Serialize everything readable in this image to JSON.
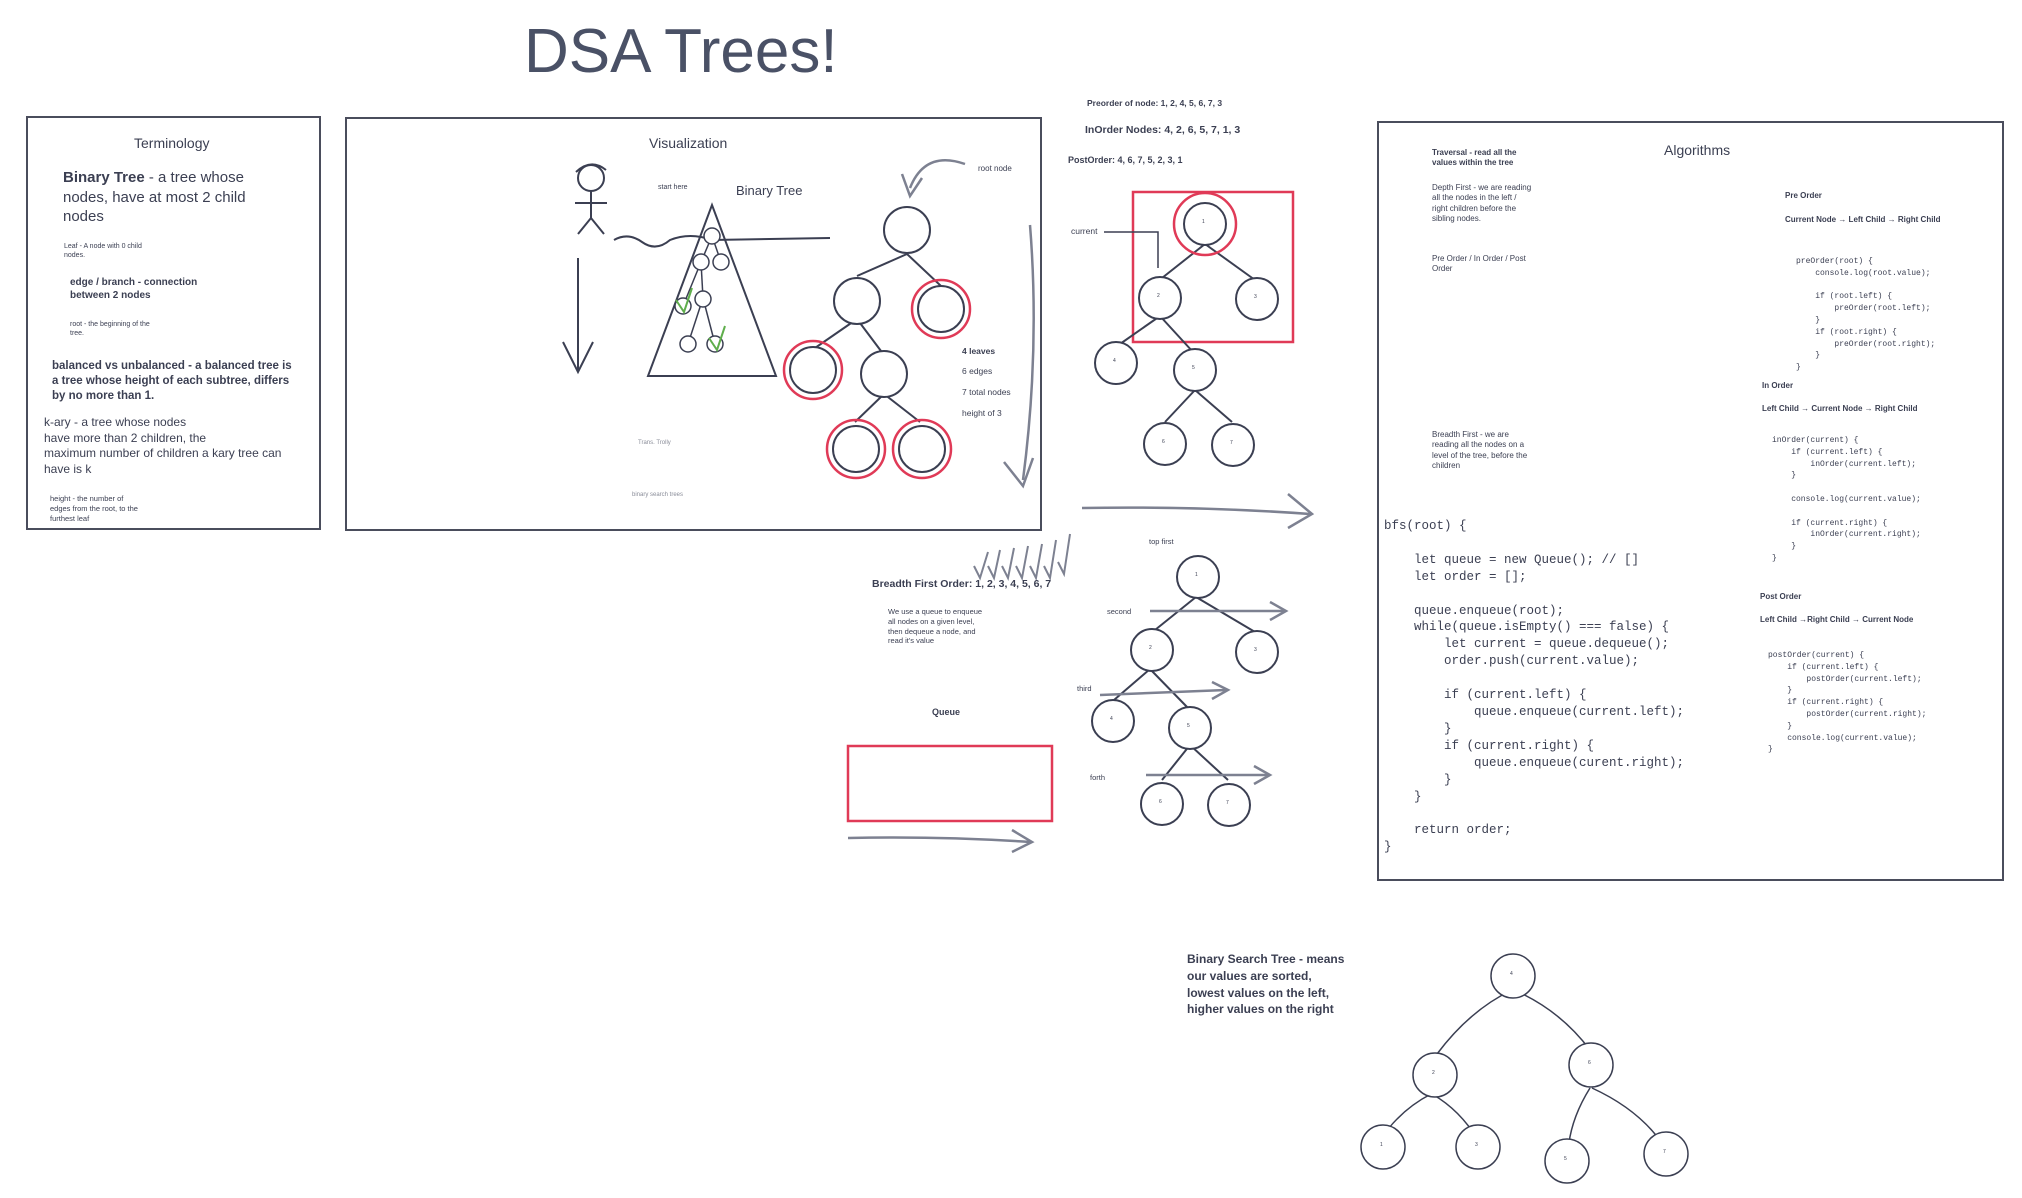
{
  "title": "DSA Trees!",
  "terminology": {
    "heading": "Terminology",
    "binary_tree_term": "Binary Tree",
    "binary_tree_def": " - a tree whose\nnodes, have at most 2 child\nnodes",
    "leaf": "Leaf - A node with 0 child\nnodes.",
    "edge": "edge / branch - connection\nbetween 2 nodes",
    "root": "root - the beginning of the\ntree.",
    "balanced": "balanced vs unbalanced - a balanced tree is\na tree whose height of each subtree, differs\nby no more than 1.",
    "kary": "k-ary - a tree whose nodes\nhave more than 2 children, the\nmaximum number of children a kary tree can\nhave is k",
    "height": "height - the number of\nedges from the root, to the\nfurthest leaf"
  },
  "visualization": {
    "heading": "Visualization",
    "start_here": "start here",
    "binary_tree_label": "Binary Tree",
    "root_node": "root node",
    "leaves": "4 leaves",
    "edges": "6 edges",
    "total_nodes": "7 total nodes",
    "height": "height of 3",
    "faint_1": "Trans. Trolly",
    "faint_2": "binary search trees"
  },
  "depth_first": {
    "preorder": "Preorder of node: 1, 2, 4, 5, 6, 7, 3",
    "inorder": "InOrder Nodes: 4, 2, 6, 5, 7, 1, 3",
    "postorder": "PostOrder: 4, 6, 7, 5, 2, 3, 1",
    "current_label": "current",
    "node_labels": [
      "1",
      "2",
      "3",
      "4",
      "5",
      "6",
      "7"
    ]
  },
  "breadth_first": {
    "order": "Breadth First Order: 1, 2, 3, 4, 5, 6, 7",
    "note": "We use a queue to enqueue\nall nodes on a given level,\nthen dequeue a node, and\nread it's value",
    "queue_label": "Queue",
    "levels": [
      "top first",
      "second",
      "third",
      "forth"
    ]
  },
  "algorithms": {
    "heading": "Algorithms",
    "traversal": "Traversal - read all the\nvalues within the tree",
    "depth_first": "Depth First - we are reading\nall the nodes in the left /\nright children before the\nsibling nodes.",
    "orders": "Pre Order / In Order / Post\nOrder",
    "breadth_first": "Breadth First - we are\nreading all the nodes on a\nlevel of the tree, before the\nchildren",
    "bfs_code": "bfs(root) {\n\n    let queue = new Queue(); // []\n    let order = [];\n\n    queue.enqueue(root);\n    while(queue.isEmpty() === false) {\n        let current = queue.dequeue();\n        order.push(current.value);\n\n        if (current.left) {\n            queue.enqueue(current.left);\n        }\n        if (current.right) {\n            queue.enqueue(curent.right);\n        }\n    }\n\n    return order;\n}",
    "pre_title": "Pre Order",
    "pre_desc": "Current Node → Left Child → Right Child",
    "pre_code": "preOrder(root) {\n    console.log(root.value);\n\n    if (root.left) {\n        preOrder(root.left);\n    }\n    if (root.right) {\n        preOrder(root.right);\n    }\n}",
    "in_title": "In Order",
    "in_desc": "Left Child → Current Node → Right Child",
    "in_code": "inOrder(current) {\n    if (current.left) {\n        inOrder(current.left);\n    }\n\n    console.log(current.value);\n\n    if (current.right) {\n        inOrder(current.right);\n    }\n}",
    "post_title": "Post Order",
    "post_desc": "Left Child →Right Child → Current Node",
    "post_code": "postOrder(current) {\n    if (current.left) {\n        postOrder(current.left);\n    }\n    if (current.right) {\n        postOrder(current.right);\n    }\n    console.log(current.value);\n}"
  },
  "bst": {
    "note": "Binary Search Tree - means\nour values are sorted,\nlowest values on the left,\nhigher values on the right",
    "node_labels": [
      "4",
      "2",
      "6",
      "1",
      "3",
      "5",
      "7"
    ]
  },
  "colors": {
    "ink": "#3b3f52",
    "highlight": "#e03a57",
    "check": "#5fae4c",
    "arrow": "#7d8191"
  }
}
